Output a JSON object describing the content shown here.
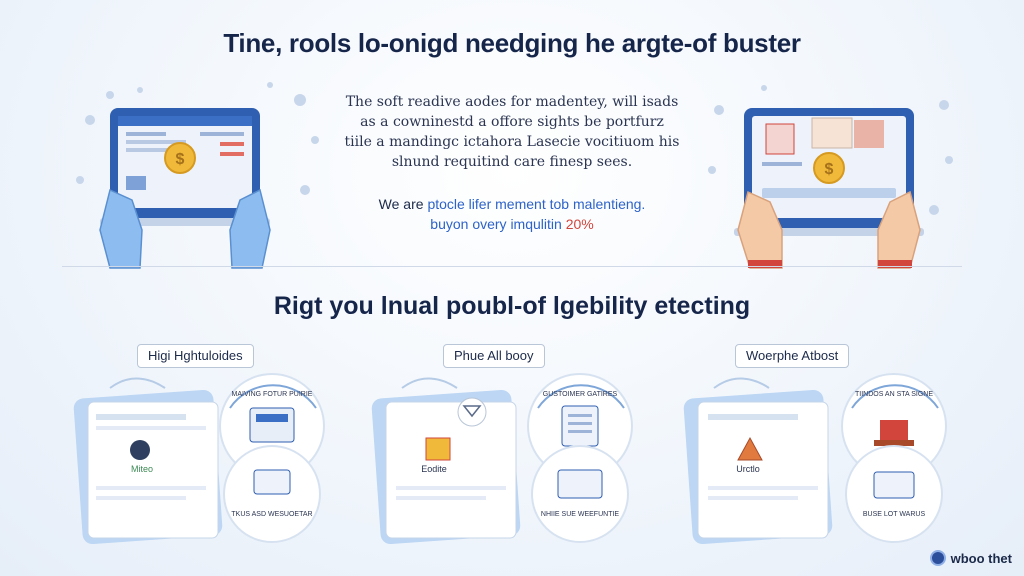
{
  "header": {
    "title": "Tine, rools lo-onigd needging he argte-of buster"
  },
  "intro": {
    "lines": [
      "The soft readive aodes for madentey, will isads",
      "as a cowninestd a offore sights be portfurz",
      "tiile a mandingc ictahora Lasecie vocitiuom his",
      "slnund requitind care finesp sees."
    ]
  },
  "promo": {
    "prefix": "We are",
    "highlight": "ptocle lifer mement tob malentieng.",
    "line2": "buyon overy imqulitin",
    "percent": "20%"
  },
  "section": {
    "title": "Rigt you lnual poubl-of lgebility etecting"
  },
  "columns": [
    {
      "label": "Higi Hghtuloides",
      "card_tag": "Miteo",
      "ring_top": "MAIVING FOTUR PUIRIE",
      "ring_bottom": "TKUS ASD WESUOETAR"
    },
    {
      "label": "Phue All booy",
      "card_tag": "Eodite",
      "ring_top": "GUSTOIMER GATIRES",
      "ring_bottom": "NHIIE SUE WEEFUNTIE"
    },
    {
      "label": "Woerphe Atbost",
      "card_tag": "Urctlo",
      "ring_top": "TIINDOS AN STA SIGNE",
      "ring_bottom": "BUSE LOT WARUS"
    }
  ],
  "footer": {
    "brand": "wboo thet"
  },
  "colors": {
    "navy": "#16254a",
    "accent_blue": "#2d63c8",
    "accent_red": "#d2453c",
    "coin_gold": "#f0b93a",
    "hand_blue": "#8dbdf0",
    "hand_skin": "#f4c9a6"
  }
}
